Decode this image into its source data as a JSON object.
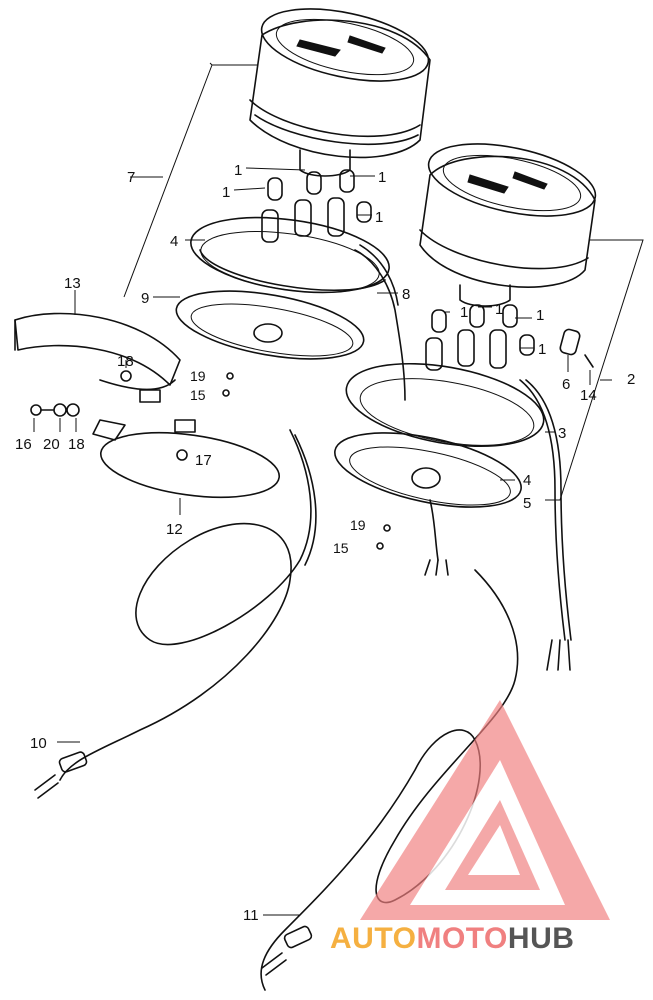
{
  "diagram": {
    "callouts": {
      "c1a": "1",
      "c1b": "1",
      "c1c": "1",
      "c1d": "1",
      "c1e": "1",
      "c1f": "1",
      "c1g": "1",
      "c1h": "1",
      "c2": "2",
      "c3": "3",
      "c4a": "4",
      "c4b": "4",
      "c5": "5",
      "c6": "6",
      "c7": "7",
      "c8": "8",
      "c9": "9",
      "c10": "10",
      "c11": "11",
      "c12": "12",
      "c13": "13",
      "c14": "14",
      "c15a": "15",
      "c15b": "15",
      "c16": "16",
      "c17": "17",
      "c18a": "18",
      "c18b": "18",
      "c19a": "19",
      "c19b": "19",
      "c20": "20"
    }
  },
  "watermark": {
    "part1": "AUTO",
    "part2": "MOTO",
    "part3": "HUB",
    "color_primary": "#f08080",
    "color_secondary": "#f5b041",
    "color_dark": "#555555"
  }
}
